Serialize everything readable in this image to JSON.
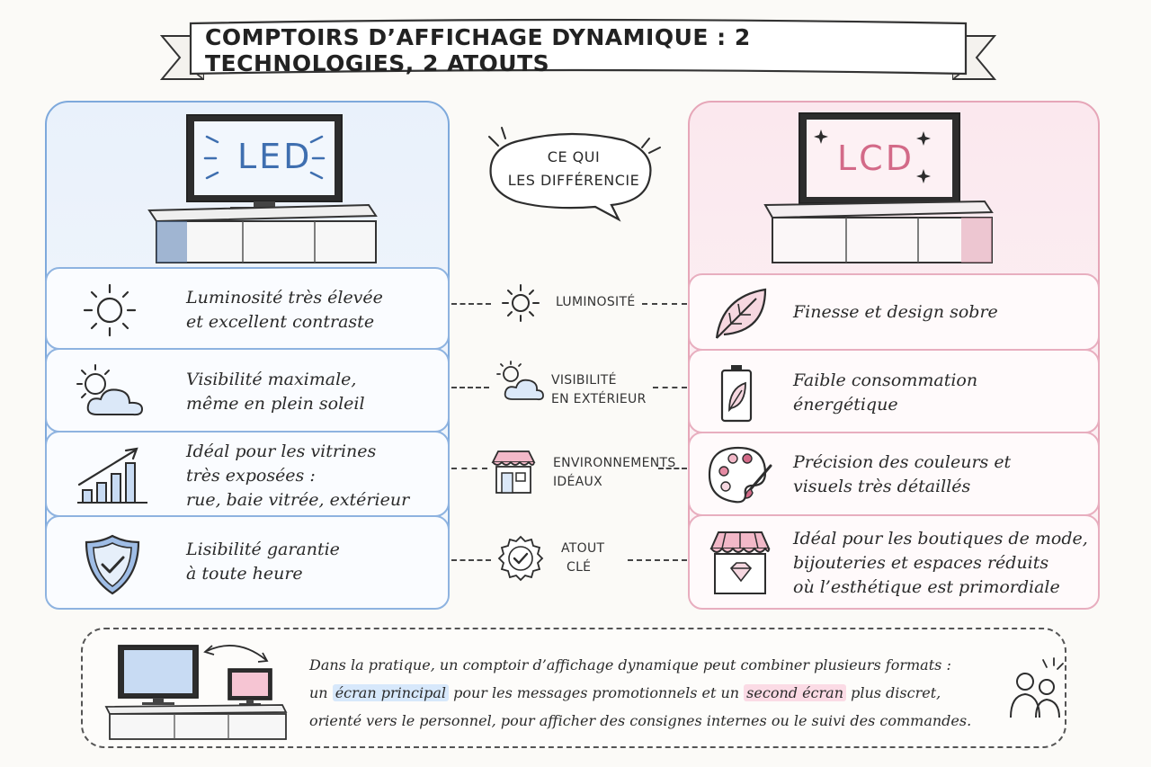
{
  "title": "COMPTOIRS D’AFFICHAGE DYNAMIQUE : 2 TECHNOLOGIES, 2 ATOUTS",
  "bubble": {
    "line1": "CE QUI",
    "line2": "LES DIFFÉRENCIE"
  },
  "led": {
    "screen_label": "LED",
    "accent": "#3f6fb0",
    "rows": [
      {
        "icon": "sun-icon",
        "lines": [
          "Luminosité très élevée",
          "et excellent contraste"
        ]
      },
      {
        "icon": "sun-cloud-icon",
        "lines": [
          "Visibilité maximale,",
          "même en plein soleil"
        ]
      },
      {
        "icon": "bar-chart-arrow-icon",
        "lines": [
          "Idéal pour les vitrines",
          "très exposées :",
          "rue, baie vitrée, extérieur"
        ]
      },
      {
        "icon": "shield-check-icon",
        "lines": [
          "Lisibilité garantie",
          "à toute heure"
        ]
      }
    ]
  },
  "lcd": {
    "screen_label": "LCD",
    "accent": "#d36a88",
    "rows": [
      {
        "icon": "leaf-icon",
        "lines": [
          "Finesse et design sobre"
        ]
      },
      {
        "icon": "battery-leaf-icon",
        "lines": [
          "Faible consommation",
          "énergétique"
        ]
      },
      {
        "icon": "palette-icon",
        "lines": [
          "Précision des couleurs et",
          "visuels très détaillés"
        ]
      },
      {
        "icon": "boutique-diamond-icon",
        "lines": [
          "Idéal pour les boutiques de mode,",
          "bijouteries et espaces réduits",
          "où l’esthétique est primordiale"
        ]
      }
    ]
  },
  "middle": [
    {
      "icon": "sun-icon",
      "lines": [
        "LUMINOSITÉ"
      ]
    },
    {
      "icon": "sun-cloud-icon",
      "lines": [
        "VISIBILITÉ",
        "EN EXTÉRIEUR"
      ]
    },
    {
      "icon": "storefront-icon",
      "lines": [
        "ENVIRONNEMENTS",
        "IDÉAUX"
      ]
    },
    {
      "icon": "badge-check-icon",
      "lines": [
        "ATOUT",
        "CLÉ"
      ]
    }
  ],
  "note": {
    "line1": "Dans la pratique, un comptoir d’affichage dynamique peut combiner plusieurs formats :",
    "line2_pre": "un ",
    "line2_hl1": "écran principal",
    "line2_mid": " pour les messages promotionnels et un ",
    "line2_hl2": "second écran",
    "line2_post": "  plus discret,",
    "line3": "orienté vers le personnel, pour afficher des consignes internes ou le suivi des commandes."
  }
}
